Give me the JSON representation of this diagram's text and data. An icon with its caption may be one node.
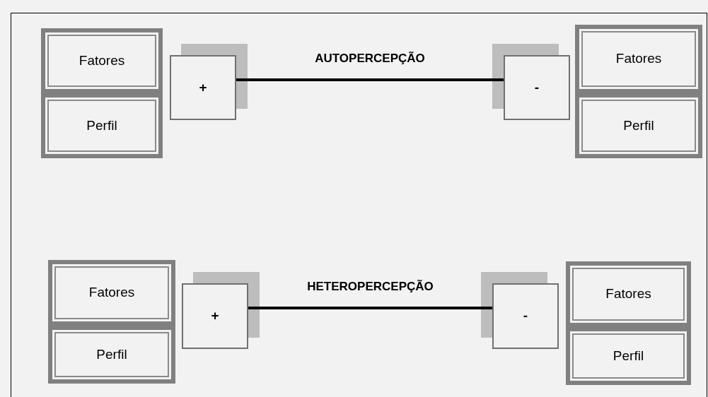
{
  "diagram": {
    "nodes": [
      {
        "text": [
          "Fatores"
        ]
      },
      {
        "text": [
          "Perfil"
        ]
      },
      {
        "text": [
          "+"
        ]
      },
      {
        "text": [
          "-"
        ]
      },
      {
        "text": [
          "Fatores"
        ]
      },
      {
        "text": [
          "Perfil"
        ]
      },
      {
        "text": [
          "Fatores"
        ]
      },
      {
        "text": [
          "Perfil"
        ]
      },
      {
        "text": [
          "+"
        ]
      },
      {
        "text": [
          "-"
        ]
      },
      {
        "text": [
          "Fatores"
        ]
      },
      {
        "text": [
          "Perfil"
        ]
      }
    ],
    "edges": [
      {
        "from": 2,
        "to": 3,
        "arrow": "none",
        "label": "AUTOPERCEPÇÃO"
      },
      {
        "from": 8,
        "to": 9,
        "arrow": "none",
        "label": "HETEROPERCEPÇÃO"
      }
    ]
  }
}
